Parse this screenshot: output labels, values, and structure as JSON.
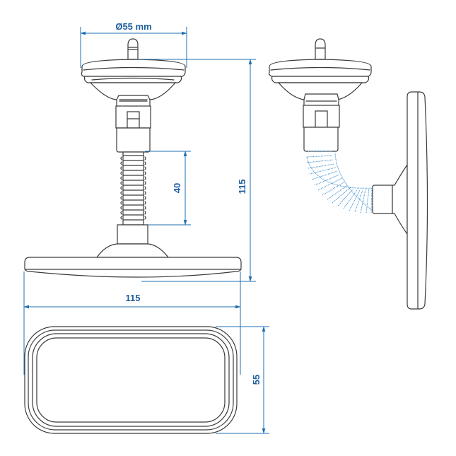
{
  "drawing": {
    "title": "Interior mirror with suction cup - dimension drawing",
    "colors": {
      "outline": "#3a3a3a",
      "dimension": "#1f6fb0",
      "dimension_text": "#1d5e9e",
      "flexible_arm_highlight": "#3f8fcf"
    },
    "views": [
      {
        "name": "front-view",
        "description": "Suction cup, clamp, straight flexible arm and mirror seen from the front"
      },
      {
        "name": "side-view",
        "description": "Suction cup with bent flexible arm (highlighted blue) attached to mirror seen from the side"
      },
      {
        "name": "mirror-face-view",
        "description": "Rounded rectangular mirror face"
      }
    ],
    "dimensions": {
      "suction_cup_diameter": "Ø55 mm",
      "arm_length": "40",
      "total_height": "115",
      "mirror_width": "115",
      "mirror_height": "55"
    }
  }
}
